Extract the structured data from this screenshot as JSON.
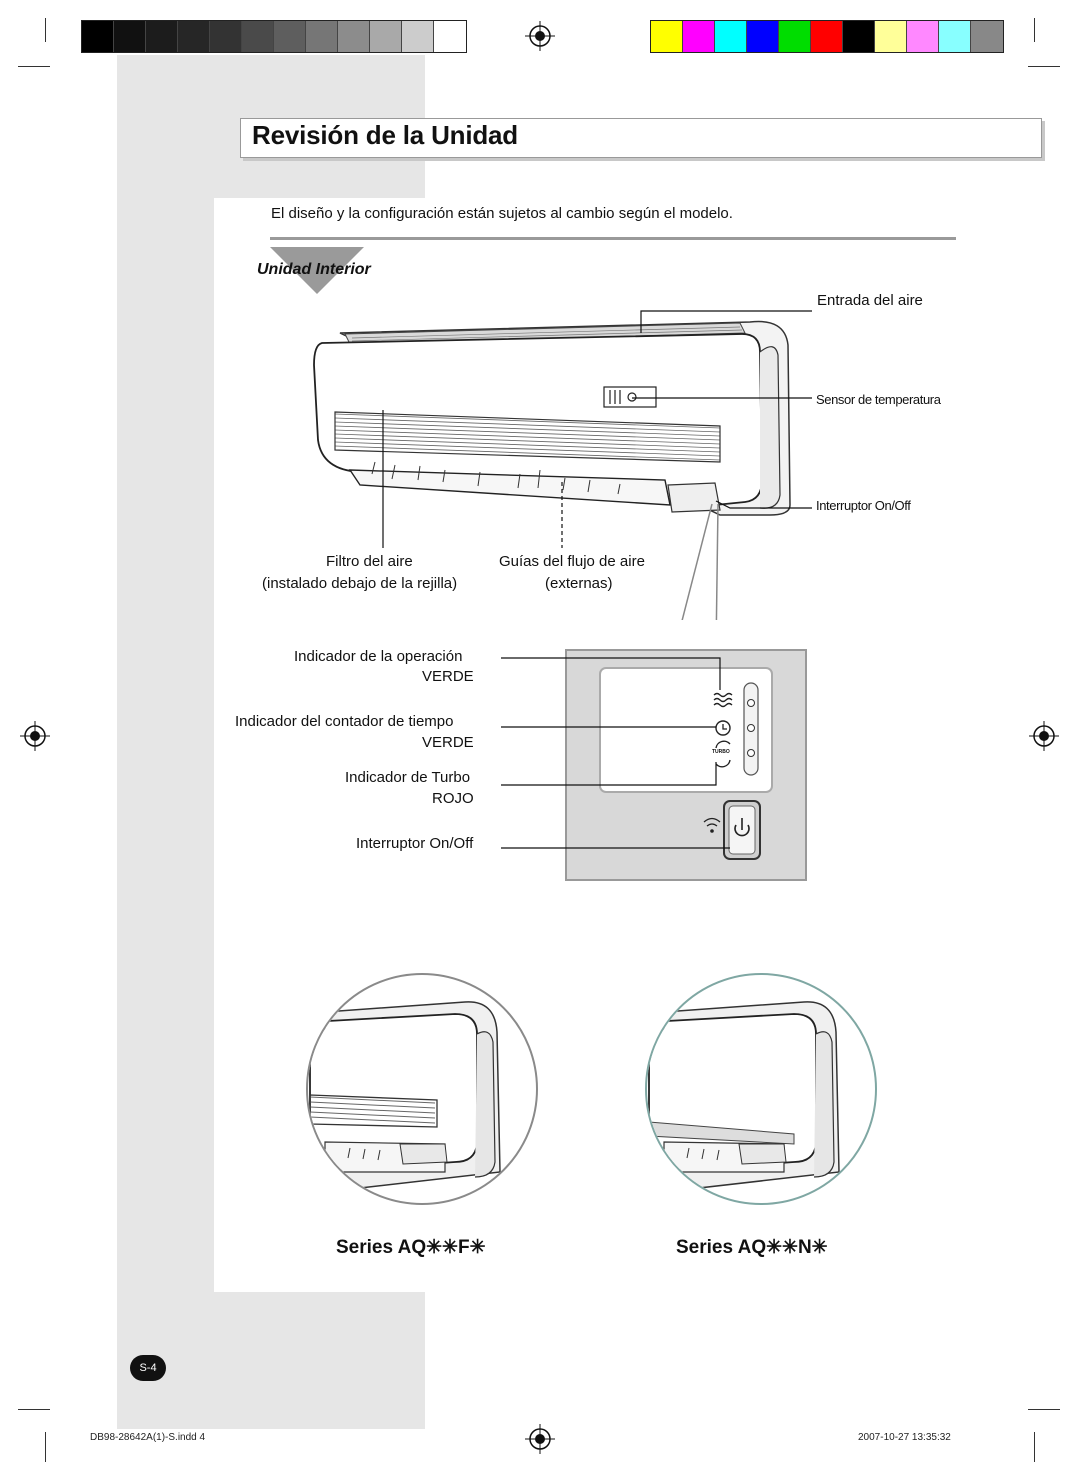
{
  "page": {
    "title": "Revisión de la Unidad",
    "note": "El diseño y la configuración están sujetos al cambio según el modelo.",
    "section_title": "Unidad Interior"
  },
  "callouts": {
    "air_inlet": "Entrada del aire",
    "temp_sensor": "Sensor de temperatura",
    "on_off_switch": "Interruptor On/Off",
    "air_filter": "Filtro del aire",
    "air_filter_note": "(instalado debajo de la rejilla)",
    "airflow_guides": "Guías del flujo de aire",
    "airflow_guides_note": "(externas)"
  },
  "display_panel": {
    "operation_indicator": "Indicador de la operación",
    "operation_color": "VERDE",
    "timer_indicator": "Indicador del contador de tiempo",
    "timer_color": "VERDE",
    "turbo_indicator": "Indicador de Turbo",
    "turbo_color": "ROJO",
    "on_off_switch": "Interruptor On/Off",
    "turbo_icon_text": "TURBO"
  },
  "series": {
    "f": "Series AQ✳✳F✳",
    "n": "Series AQ✳✳N✳"
  },
  "page_number": "S-4",
  "footer": {
    "file": "DB98-28642A(1)-S.indd   4",
    "timestamp": "2007-10-27   13:35:32"
  },
  "print_marks": {
    "grayscale_swatches": [
      "#000000",
      "#111111",
      "#1c1c1c",
      "#262626",
      "#333333",
      "#4a4a4a",
      "#5e5e5e",
      "#767676",
      "#8c8c8c",
      "#a9a9a9",
      "#cccccc",
      "#ffffff"
    ],
    "color_swatches": [
      "#ffff00",
      "#ff00ff",
      "#00ffff",
      "#0000ff",
      "#00dd00",
      "#ff0000",
      "#000000",
      "#ffff99",
      "#ff88ff",
      "#88ffff",
      "#888888"
    ]
  }
}
